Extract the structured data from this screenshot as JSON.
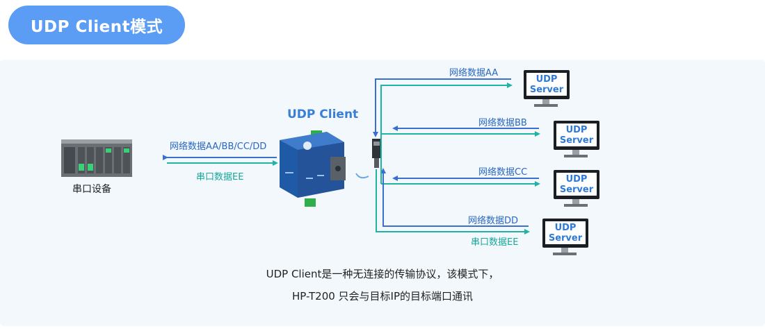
{
  "header": {
    "title": "UDP Client模式"
  },
  "client": {
    "label": "UDP Client"
  },
  "device": {
    "label": "串口设备"
  },
  "links": {
    "left_send": "网络数据AA/BB/CC/DD",
    "left_recv": "串口数据EE"
  },
  "servers": [
    {
      "line1": "UDP",
      "line2": "Server",
      "label": "网络数据AA"
    },
    {
      "line1": "UDP",
      "line2": "Server",
      "label": "网络数据BB"
    },
    {
      "line1": "UDP",
      "line2": "Server",
      "label": "网络数据CC"
    },
    {
      "line1": "UDP",
      "line2": "Server",
      "label": "网络数据DD",
      "label2": "串口数据EE"
    }
  ],
  "caption": {
    "line1": "UDP Client是一种无连接的传输协议，该模式下，",
    "line2": "HP-T200 只会与目标IP的目标端口通讯"
  },
  "colors": {
    "accent": "#5b9cf4",
    "blue_line": "#3a6fd0",
    "teal_line": "#1fb3a3",
    "panel": "#f2f8fc"
  }
}
